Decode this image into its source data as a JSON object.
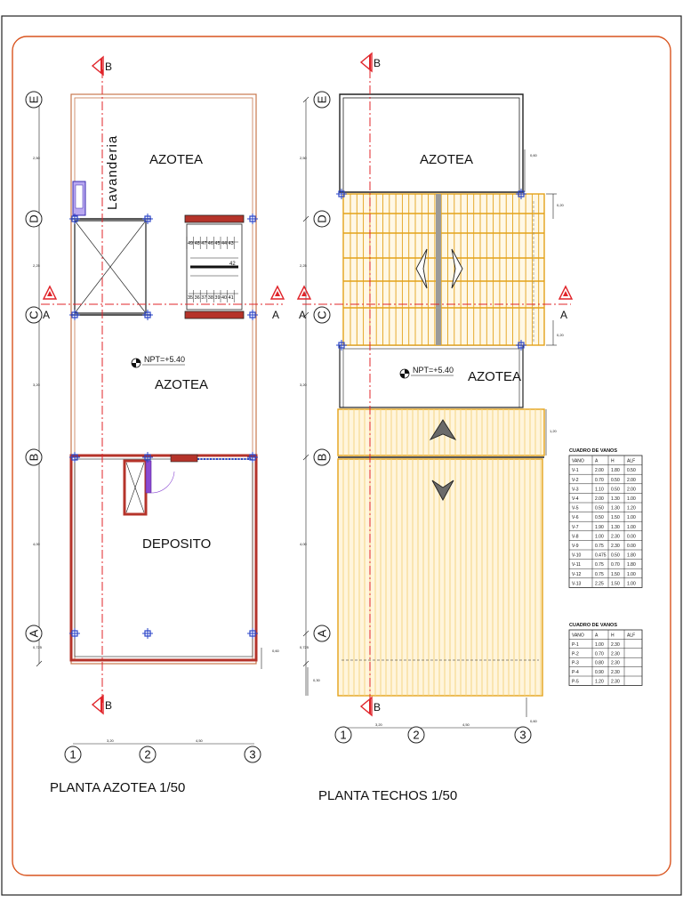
{
  "plan_left": {
    "title": "PLANTA AZOTEA 1/50",
    "room_top": "AZOTEA",
    "room_mid": "AZOTEA",
    "room_bottom": "DEPOSITO",
    "lavanderia": "Lavanderia",
    "npt": "NPT=+5.40",
    "stair_numbers_top": [
      "49",
      "48",
      "47",
      "46",
      "45",
      "44",
      "43"
    ],
    "stair_number_mid": "42",
    "stair_numbers_bottom": [
      "35",
      "36",
      "37",
      "38",
      "39",
      "40",
      "41"
    ],
    "dims_vertical": [
      "2,50",
      "2,25",
      "3,20",
      "4,00",
      "0,725"
    ],
    "dims_horizontal": [
      "3,20",
      "4,50"
    ],
    "dim_small": "0,60"
  },
  "plan_right": {
    "title": "PLANTA TECHOS 1/50",
    "room_top": "AZOTEA",
    "room_mid": "AZOTEA",
    "npt": "NPT=+5.40",
    "dims_vertical": [
      "2,50",
      "2,25",
      "3,20",
      "4,00",
      "0,725"
    ],
    "dims_horizontal": [
      "3,20",
      "4,50"
    ],
    "dims_small": [
      "0,60",
      "0,20",
      "0,20",
      "1,20",
      "0,30",
      "0,60"
    ]
  },
  "section_marks": {
    "a": "A",
    "b": "B"
  },
  "grid_rows": [
    "E",
    "D",
    "C",
    "B",
    "A"
  ],
  "grid_cols": [
    "1",
    "2",
    "3"
  ],
  "table_vanos": {
    "title": "CUADRO DE VANOS",
    "headers": [
      "VANO",
      "A",
      "H",
      "ALF"
    ],
    "rows": [
      [
        "V-1",
        "2.00",
        "1.80",
        "0.50"
      ],
      [
        "V-2",
        "0.70",
        "0.50",
        "2.00"
      ],
      [
        "V-3",
        "1.10",
        "0.50",
        "2.00"
      ],
      [
        "V-4",
        "2.00",
        "1.30",
        "1.00"
      ],
      [
        "V-5",
        "0.50",
        "1.30",
        "1.20"
      ],
      [
        "V-6",
        "0.50",
        "1.50",
        "1.00"
      ],
      [
        "V-7",
        "1.90",
        "1.30",
        "1.00"
      ],
      [
        "V-8",
        "1.00",
        "2.30",
        "0.00"
      ],
      [
        "V-9",
        "0.75",
        "2.30",
        "0.00"
      ],
      [
        "V-10",
        "0.475",
        "0.50",
        "1.80"
      ],
      [
        "V-11",
        "0.75",
        "0.70",
        "1.80"
      ],
      [
        "V-12",
        "0.75",
        "1.50",
        "1.00"
      ],
      [
        "V-13",
        "2.25",
        "1.50",
        "1.00"
      ]
    ]
  },
  "table_puertas": {
    "title": "CUADRO DE VANOS",
    "headers": [
      "VANO",
      "A",
      "H",
      "ALF"
    ],
    "rows": [
      [
        "P-1",
        "1.00",
        "2.30",
        ""
      ],
      [
        "P-2",
        "0.70",
        "2.30",
        ""
      ],
      [
        "P-3",
        "0.80",
        "2.30",
        ""
      ],
      [
        "P-4",
        "0.90",
        "2.30",
        ""
      ],
      [
        "P-5",
        "1.20",
        "2.30",
        ""
      ]
    ]
  },
  "colors": {
    "frame": "#d9541e",
    "wall": "#b5332a",
    "axis": "#e0242a",
    "column": "#2a44c8",
    "roof": "#e3a21a",
    "roof_light": "#f3d27a",
    "door": "#8a48d2"
  }
}
